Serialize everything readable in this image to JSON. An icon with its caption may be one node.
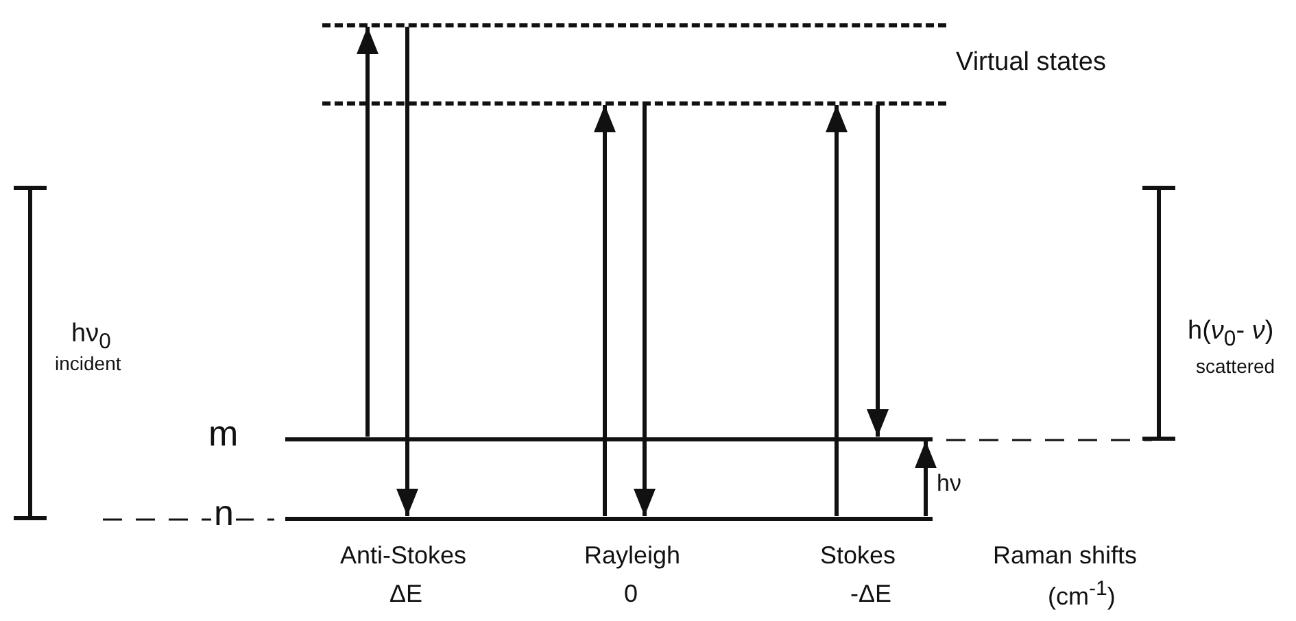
{
  "diagram": {
    "nodes": [
      {
        "text": [],
        "shape": "bar"
      },
      {
        "text": [],
        "shape": "bar"
      },
      {
        "text": [],
        "shape": "bar",
        "beside": [
          "m"
        ]
      },
      {
        "text": [],
        "shape": "bar",
        "beside": [
          "n"
        ]
      }
    ],
    "edges": [
      {
        "from": 2,
        "to": 0,
        "arrow": "to"
      },
      {
        "from": 0,
        "to": 3,
        "arrow": "to"
      },
      {
        "from": 3,
        "to": 1,
        "arrow": "to"
      },
      {
        "from": 1,
        "to": 3,
        "arrow": "to"
      },
      {
        "from": 3,
        "to": 1,
        "arrow": "to"
      },
      {
        "from": 1,
        "to": 2,
        "arrow": "to"
      },
      {
        "from": 3,
        "to": 2,
        "arrow": "to"
      }
    ],
    "labels": [
      "Virtual states",
      "hν$_{0}$",
      "incident",
      "h(*ν*$_{0}$- *ν*)",
      "scattered",
      "hν",
      "Anti-Stokes",
      "Rayleigh",
      "Stokes",
      "Raman shifts",
      "ΔE",
      "0",
      "-ΔE",
      "(cm$^{-1}$)"
    ]
  }
}
